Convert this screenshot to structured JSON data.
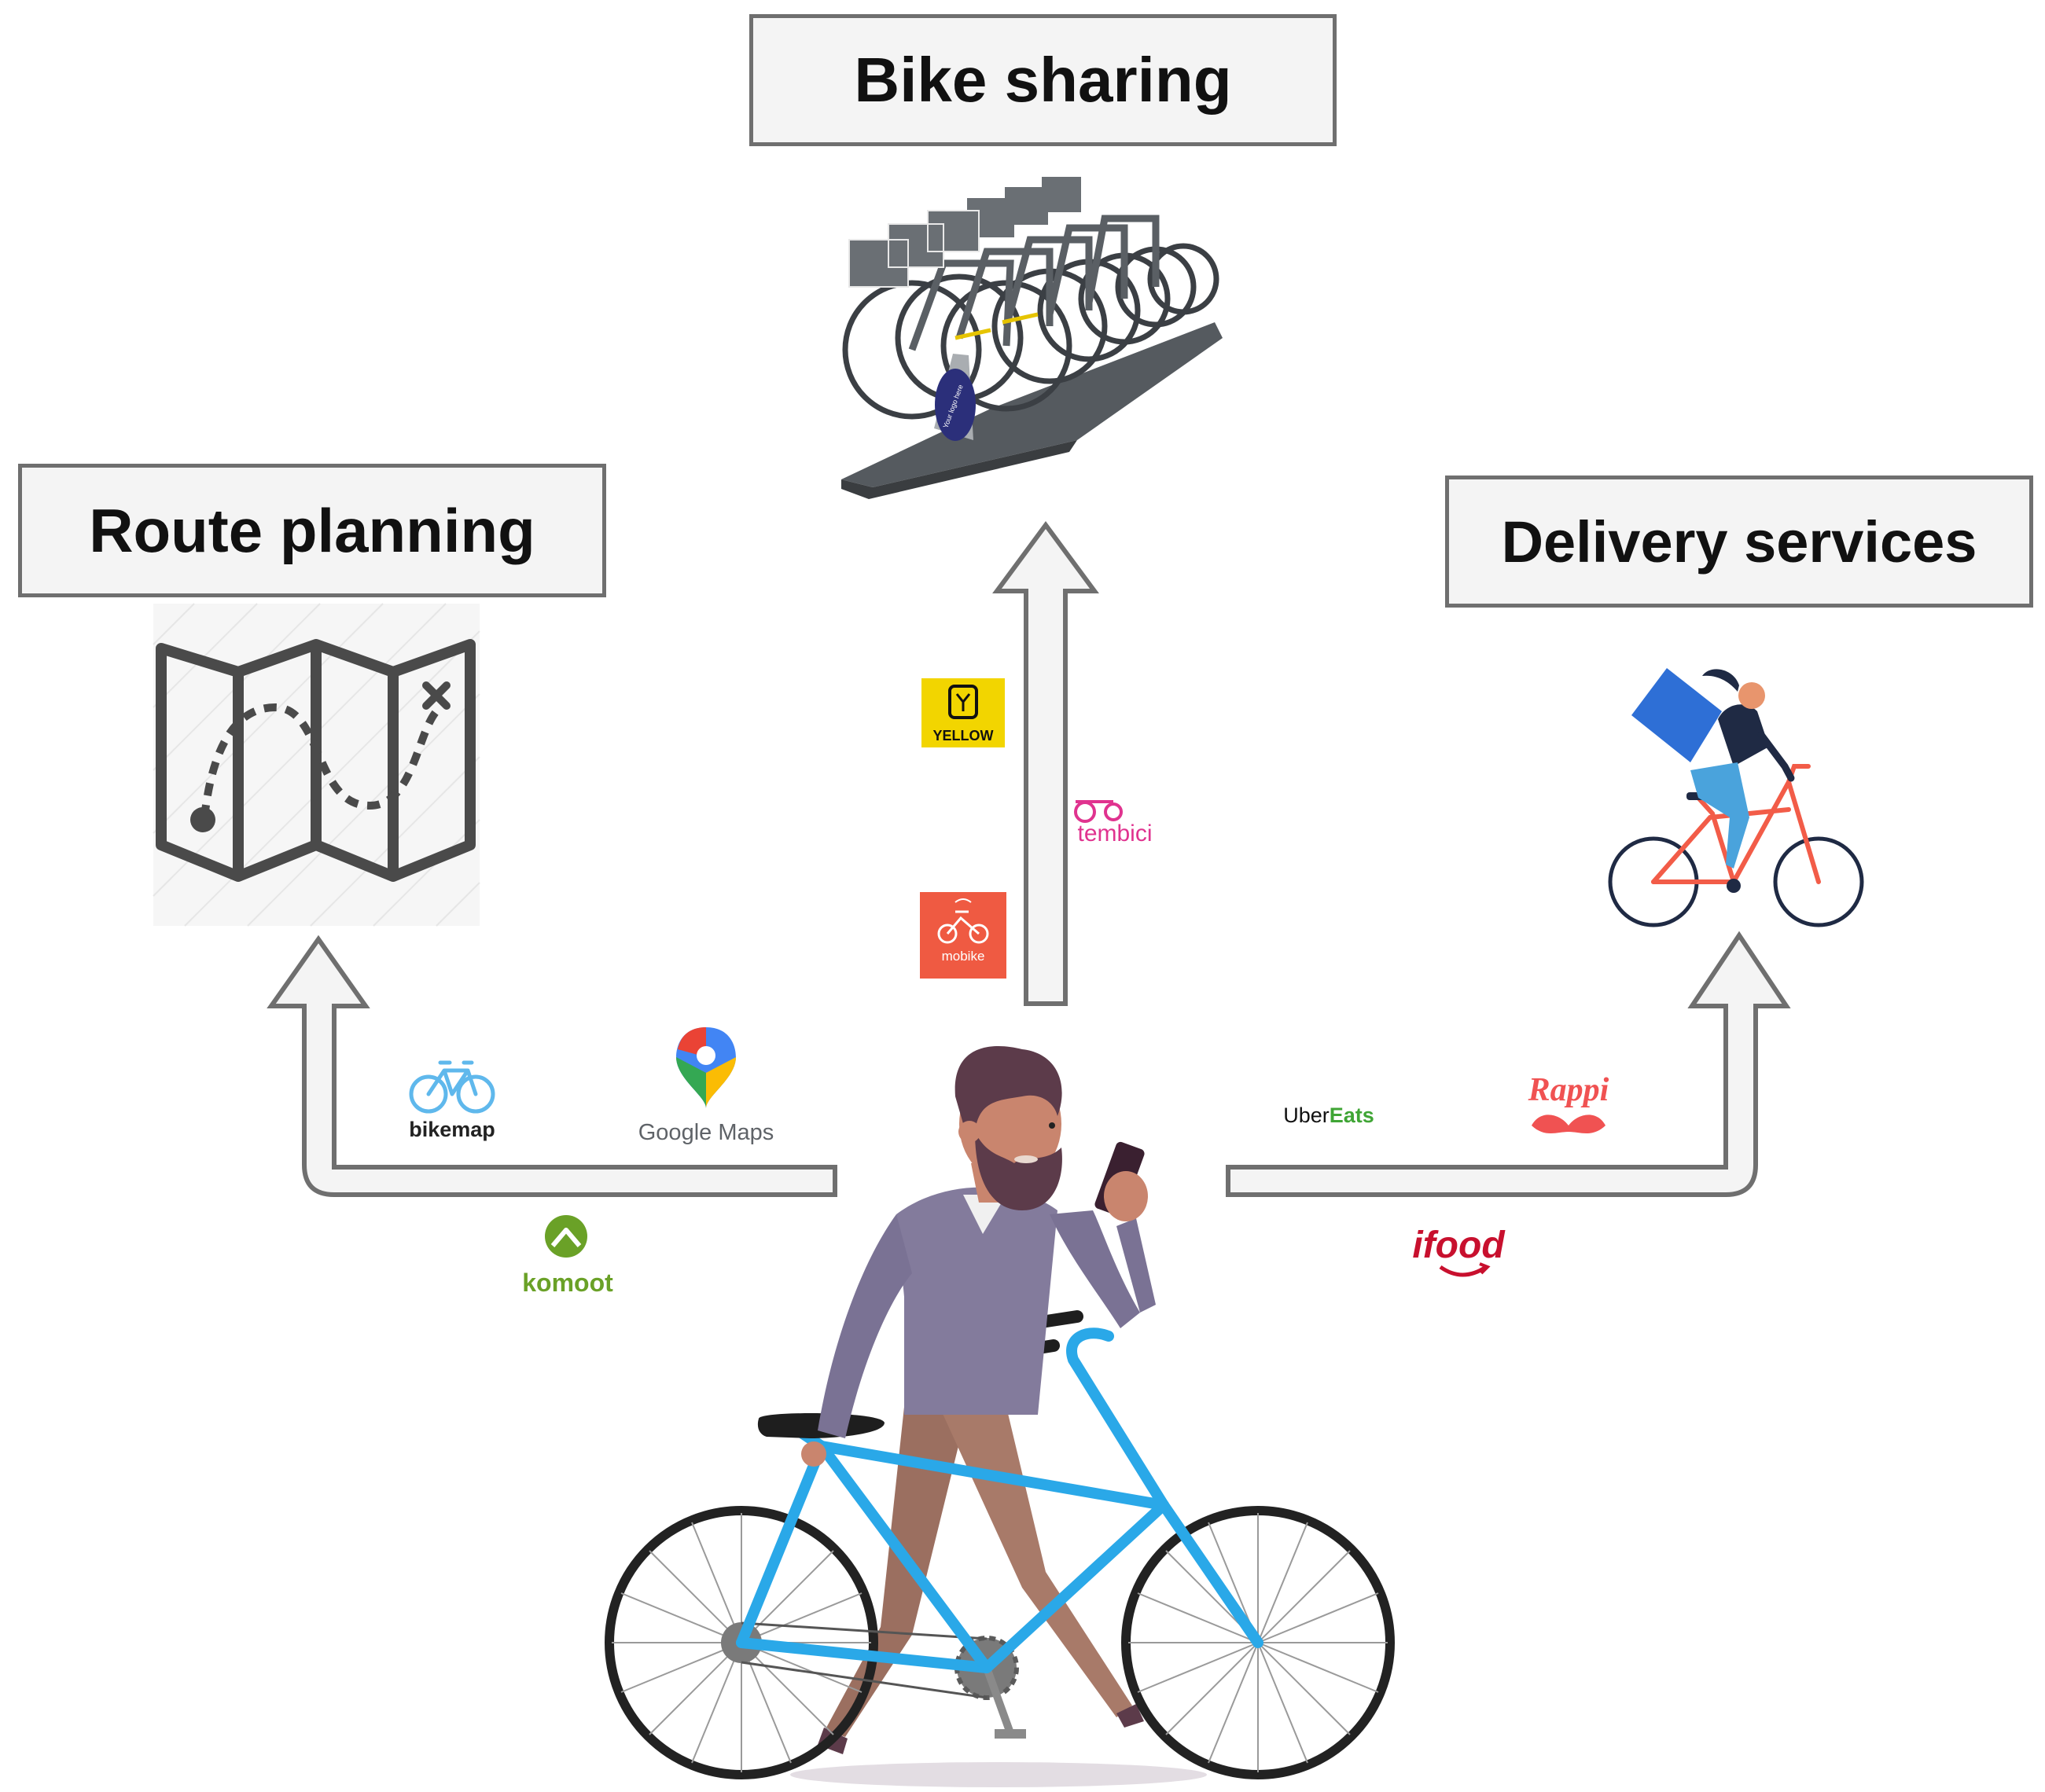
{
  "categories": {
    "bike_sharing": "Bike sharing",
    "route_planning": "Route planning",
    "delivery_services": "Delivery services"
  },
  "route_planning_apps": {
    "bikemap": "bikemap",
    "google_maps": "Google Maps",
    "komoot": "komoot"
  },
  "bike_sharing_apps": {
    "yellow": "YELLOW",
    "tembici": "tembici",
    "mobike": "mobike"
  },
  "delivery_apps": {
    "uber": "Uber",
    "eats": "Eats",
    "rappi": "Rappi",
    "ifood": "ifood"
  },
  "rack_logo_text": "Your logo here",
  "colors": {
    "arrow_fill": "#f4f4f4",
    "arrow_stroke": "#6f6f6f",
    "bike_frame": "#2aa8e8",
    "shirt": "#837b9c",
    "pants": "#a87a69",
    "skin": "#c9856e",
    "hair": "#5c3b4a",
    "yellow_brand": "#f2d500",
    "tembici_pink": "#e0338f",
    "mobike_orange": "#ef5a42",
    "komoot_green": "#6aa127",
    "uber_eats_green": "#3fa535",
    "rappi_red": "#f05252",
    "ifood_red": "#c8102e",
    "google_blue": "#4285f4",
    "google_red": "#ea4335",
    "google_yellow": "#fbbc04",
    "google_green": "#34a853",
    "delivery_bike_red": "#f25c48",
    "delivery_box_blue": "#2e6fd6"
  }
}
